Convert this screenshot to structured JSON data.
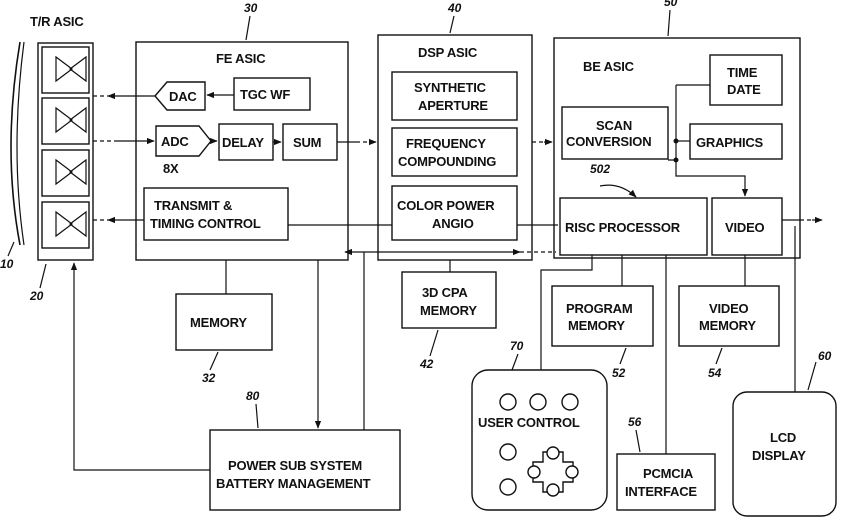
{
  "asics": {
    "tr": "T/R ASIC",
    "fe": "FE ASIC",
    "dsp": "DSP ASIC",
    "be": "BE ASIC"
  },
  "fe_blocks": {
    "dac": "DAC",
    "tgc": "TGC WF",
    "adc": "ADC",
    "adc_note": "8X",
    "delay": "DELAY",
    "sum": "SUM",
    "transmit_1": "TRANSMIT &",
    "transmit_2": "TIMING CONTROL"
  },
  "dsp_blocks": {
    "synthetic_1": "SYNTHETIC",
    "synthetic_2": "APERTURE",
    "freq_1": "FREQUENCY",
    "freq_2": "COMPOUNDING",
    "cpa_1": "COLOR POWER",
    "cpa_2": "ANGIO"
  },
  "be_blocks": {
    "time": "TIME",
    "date": "DATE",
    "scan_1": "SCAN",
    "scan_2": "CONVERSION",
    "graphics": "GRAPHICS",
    "risc": "RISC PROCESSOR",
    "video": "VIDEO"
  },
  "peripherals": {
    "memory": "MEMORY",
    "cpa_mem_1": "3D CPA",
    "cpa_mem_2": "MEMORY",
    "prog_mem_1": "PROGRAM",
    "prog_mem_2": "MEMORY",
    "video_mem_1": "VIDEO",
    "video_mem_2": "MEMORY",
    "user_control": "USER CONTROL",
    "pcmcia_1": "PCMCIA",
    "pcmcia_2": "INTERFACE",
    "lcd_1": "LCD",
    "lcd_2": "DISPLAY",
    "power_1": "POWER SUB SYSTEM",
    "power_2": "BATTERY MANAGEMENT"
  },
  "refs": {
    "r10": "10",
    "r20": "20",
    "r30": "30",
    "r32": "32",
    "r40": "40",
    "r42": "42",
    "r50": "50",
    "r52": "52",
    "r54": "54",
    "r56": "56",
    "r60": "60",
    "r70": "70",
    "r80": "80",
    "r502": "502"
  }
}
